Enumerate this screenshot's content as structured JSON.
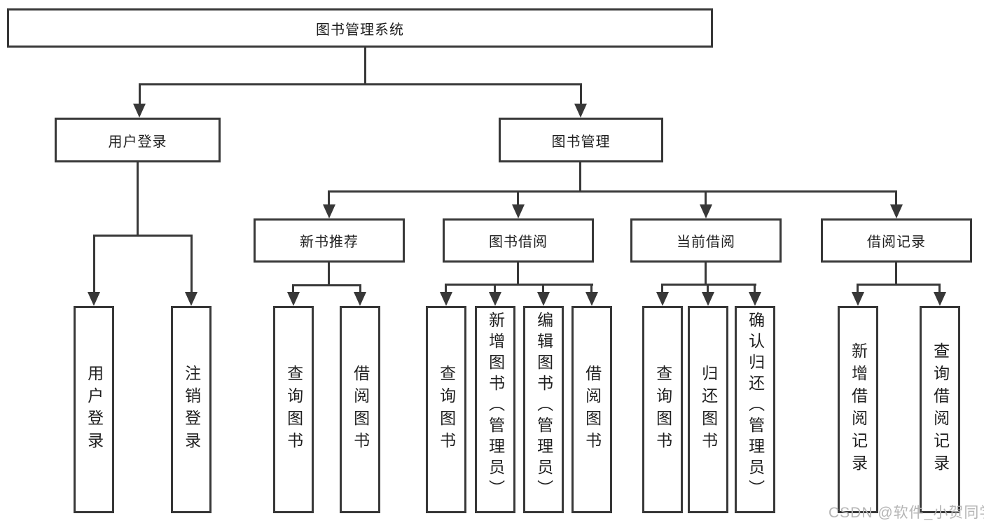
{
  "diagram": {
    "root": {
      "label": "图书管理系统"
    },
    "level2": [
      {
        "label": "用户登录"
      },
      {
        "label": "图书管理"
      }
    ],
    "level3": [
      {
        "label": "新书推荐"
      },
      {
        "label": "图书借阅"
      },
      {
        "label": "当前借阅"
      },
      {
        "label": "借阅记录"
      }
    ],
    "leaves": {
      "user_login": [
        "用户登录",
        "注销登录"
      ],
      "new_book": [
        "查询图书",
        "借阅图书"
      ],
      "book_borrow": [
        "查询图书",
        "新增图书（管理员）",
        "编辑图书（管理员）",
        "借阅图书"
      ],
      "current_borrow": [
        "查询图书",
        "归还图书",
        "确认归还（管理员）"
      ],
      "borrow_record": [
        "新增借阅记录",
        "查询借阅记录"
      ]
    }
  },
  "watermark": {
    "text": "CSDN @软件_小贺同学"
  },
  "colors": {
    "line": "#383838",
    "text": "#1f1f1f",
    "watermark": "#b5b5b5",
    "background": "#ffffff"
  }
}
